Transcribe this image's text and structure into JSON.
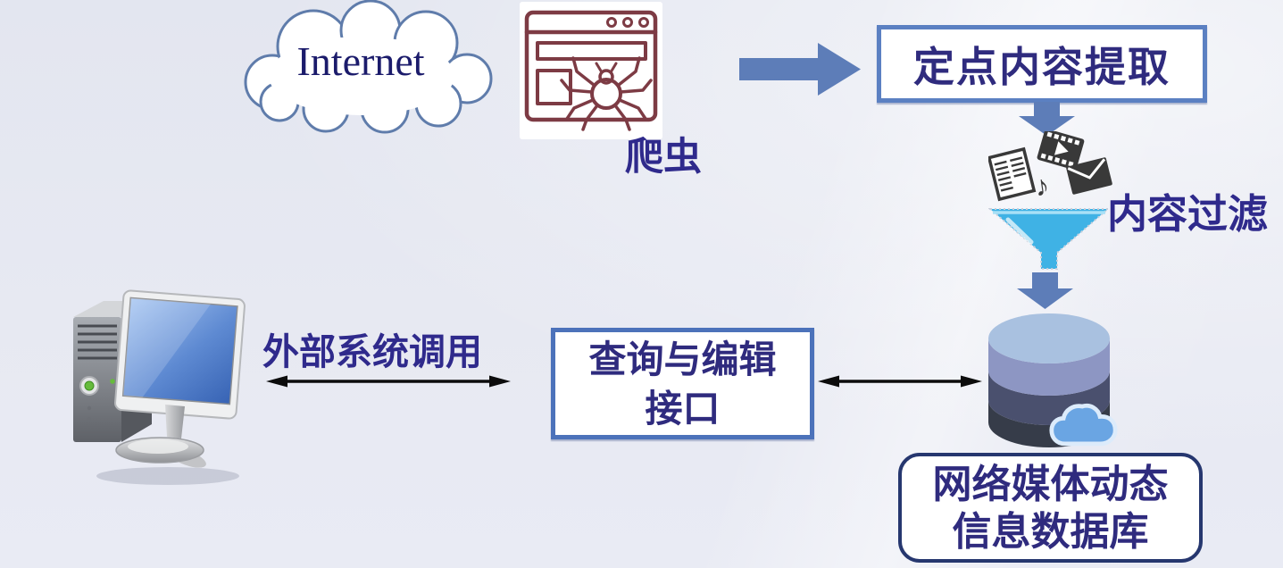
{
  "internet": {
    "label": "Internet"
  },
  "crawler": {
    "label": "爬虫"
  },
  "flow": {
    "extraction_label": "定点内容提取",
    "filter_label": "内容过滤"
  },
  "database": {
    "label_line1": "网络媒体动态",
    "label_line2": "信息数据库"
  },
  "interface": {
    "label_line1": "查询与编辑",
    "label_line2": "接口",
    "external_label": "外部系统调用"
  },
  "icons": {
    "internet_cloud": "cloud-outline-shape",
    "crawler": "browser-window-with-spider",
    "flow_arrow_right": "thick-blue-right-arrow",
    "down_arrow": "thick-blue-down-arrow",
    "media_files": "document-film-musicnote-envelope",
    "content_filter": "funnel",
    "database": "stacked-cylinder",
    "database_cloud": "small-cloud-badge",
    "external_system": "desktop-computer",
    "link_arrow": "double-headed-black-arrow"
  },
  "colors": {
    "bg": "#e6e8f1",
    "arrow_blue": "#5d7db8",
    "box_border_blue": "#5b80c2",
    "interface_border_blue": "#4c72ba",
    "db_box_border": "#26376f",
    "box_text_navy": "#2f2b7e",
    "label_indigo": "#2f2a8c",
    "internet_navy": "#1b1b6b",
    "funnel_blue": "#3fb2e5",
    "funnel_rim": "#a8e0f6",
    "crawler_maroon": "#7d3b44",
    "media_dark": "#393939",
    "db_top": "#a9c1e0",
    "db_band1": "#8d96c3",
    "db_band2": "#4a506e",
    "db_band3": "#363c49",
    "db_cloud_blue": "#6aa5e3",
    "black_arrow": "#0c0c0c",
    "cloud_outline": "#5f7cab"
  }
}
